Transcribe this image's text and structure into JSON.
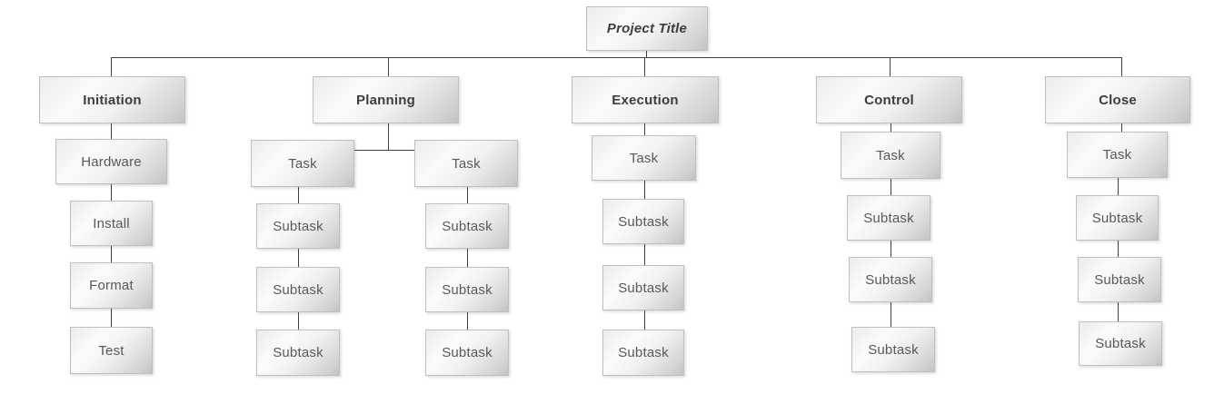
{
  "diagram": {
    "type": "work-breakdown-structure",
    "title": "Project Title",
    "columns": [
      {
        "header": "Initiation",
        "branches": [
          {
            "nodes": [
              "Hardware",
              "Install",
              "Format",
              "Test"
            ]
          }
        ]
      },
      {
        "header": "Planning",
        "branches": [
          {
            "nodes": [
              "Task",
              "Subtask",
              "Subtask",
              "Subtask"
            ]
          },
          {
            "nodes": [
              "Task",
              "Subtask",
              "Subtask",
              "Subtask"
            ]
          }
        ]
      },
      {
        "header": "Execution",
        "branches": [
          {
            "nodes": [
              "Task",
              "Subtask",
              "Subtask",
              "Subtask"
            ]
          }
        ]
      },
      {
        "header": "Control",
        "branches": [
          {
            "nodes": [
              "Task",
              "Subtask",
              "Subtask",
              "Subtask"
            ]
          }
        ]
      },
      {
        "header": "Close",
        "branches": [
          {
            "nodes": [
              "Task",
              "Subtask",
              "Subtask",
              "Subtask"
            ]
          }
        ]
      }
    ],
    "colors": {
      "background": "#ffffff",
      "box_fill_light": "#fbfbfb",
      "box_fill_dark": "#c2c2c2",
      "box_border": "#bfbfbf",
      "header_text": "#3d3d3d",
      "node_text": "#595959",
      "connector": "#404040"
    }
  }
}
